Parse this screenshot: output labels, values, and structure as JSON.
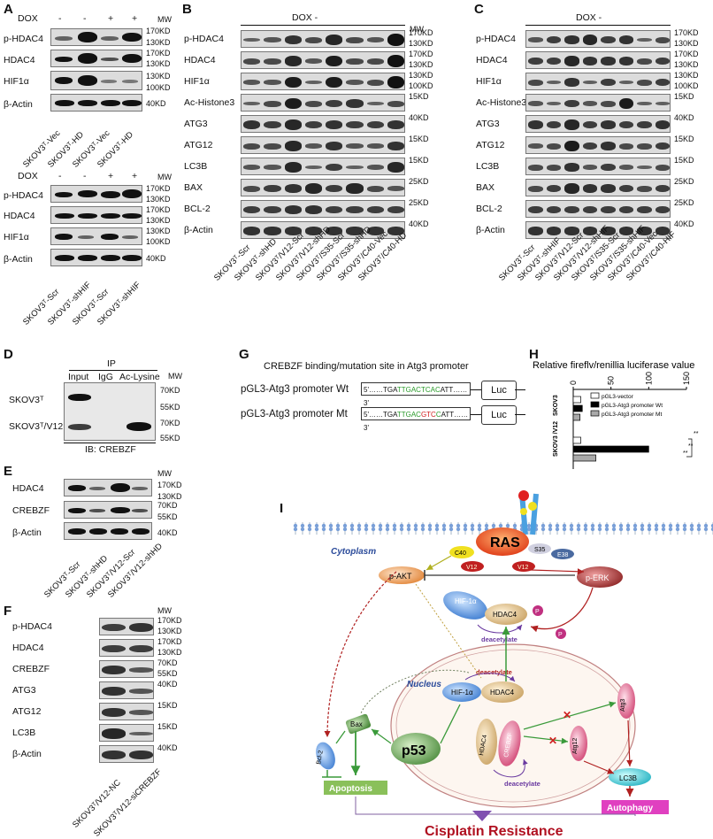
{
  "panels": {
    "A": "A",
    "B": "B",
    "C": "C",
    "D": "D",
    "E": "E",
    "F": "F",
    "G": "G",
    "H": "H",
    "I": "I"
  },
  "dox": {
    "label": "DOX",
    "minus": "-",
    "plus": "+"
  },
  "dox_minus_header": "DOX -",
  "mw": "MW",
  "markers": {
    "k170": "170KD",
    "k130": "130KD",
    "k100": "100KD",
    "k40": "40KD",
    "k15": "15KD",
    "k25": "25KD",
    "k70": "70KD",
    "k55": "55KD"
  },
  "proteins": {
    "phdac4": "p-HDAC4",
    "hdac4": "HDAC4",
    "hif1a": "HIF1α",
    "bactin": "β-Actin",
    "achistone3": "Ac-Histone3",
    "atg3": "ATG3",
    "atg12": "ATG12",
    "lc3b": "LC3B",
    "bax": "BAX",
    "bcl2": "BCL-2",
    "crebzf": "CREBZF"
  },
  "lanes": {
    "A1": [
      "SKOV3ᵀ-Vec",
      "SKOV3ᵀ-HD",
      "SKOV3ᵀ-Vec",
      "SKOV3ᵀ-HD"
    ],
    "A2": [
      "SKOV3ᵀ-Scr",
      "SKOV3ᵀ-shHIF",
      "SKOV3ᵀ-Scr",
      "SKOV3ᵀ-shHIF"
    ],
    "B": [
      "SKOV3ᵀ-Scr",
      "SKOV3ᵀ-shHD",
      "SKOV3ᵀ/V12-Scr",
      "SKOV3ᵀ/V12-shHD",
      "SKOV3ᵀ/S35-Scr",
      "SKOV3ᵀ/S35-shHD",
      "SKOV3ᵀ/C40-Vec",
      "SKOV3ᵀ/C40-HD"
    ],
    "C": [
      "SKOV3ᵀ-Scr",
      "SKOV3ᵀ-shHIF",
      "SKOV3ᵀ/V12-Scr",
      "SKOV3ᵀ/V12-shHIF",
      "SKOV3ᵀ/S35-Scr",
      "SKOV3ᵀ/S35-shHIF",
      "SKOV3ᵀ/C40-Vec",
      "SKOV3ᵀ/C40-HIF"
    ],
    "E": [
      "SKOV3ᵀ-Scr",
      "SKOV3ᵀ-shHD",
      "SKOV3ᵀ/V12-Scr",
      "SKOV3ᵀ/V12-shHD"
    ],
    "F": [
      "SKOV3ᵀ/V12-NC",
      "SKOV3ᵀ/V12-siCREBZF"
    ]
  },
  "panelD": {
    "ip": "IP",
    "cols": [
      "Input",
      "IgG",
      "Ac-Lysine"
    ],
    "rows": [
      "SKOV3ᵀ",
      "SKOV3ᵀ/V12"
    ],
    "ib": "IB: CREBZF"
  },
  "panelG": {
    "title": "CREBZF binding/mutation site in Atg3 promoter",
    "wt_label": "pGL3-Atg3 promoter Wt",
    "mt_label": "pGL3-Atg3 promoter Mt",
    "wt_pre": "5'……TGA",
    "wt_site": "TTGACTCAC",
    "wt_post": "ATT……3'",
    "mt_pre": "5'……TGA",
    "mt_site1": "TTGAC",
    "mt_site2": "GTC",
    "mt_site3": "C",
    "mt_post": "ATT……3'",
    "luc": "Luc"
  },
  "chart_data": {
    "type": "bar",
    "orientation": "horizontal",
    "title": "Relative fireflv/renillia luciferase value",
    "categories": [
      "SKOV3",
      "SKOV3 /V12"
    ],
    "xlim": [
      0,
      150
    ],
    "ticks": [
      "0",
      "50",
      "100",
      "150"
    ],
    "series": [
      {
        "name": "pGL3-vector",
        "values": [
          10,
          10
        ],
        "color": "#ffffff"
      },
      {
        "name": "pGL3-Atg3 promoter Wt",
        "values": [
          12,
          100
        ],
        "color": "#000000"
      },
      {
        "name": "pGL3-Atg3 promoter Mt",
        "values": [
          9,
          30
        ],
        "color": "#aaaaaa"
      }
    ],
    "sig": [
      "**",
      "**",
      "**"
    ]
  },
  "panelI": {
    "ras": "RAS",
    "cytoplasm": "Cytoplasm",
    "nucleus": "Nucleus",
    "c40": "C40",
    "v12a": "V12",
    "v12b": "V12",
    "s35": "S35",
    "e38": "E38",
    "pakt": "p-AKT",
    "perk": "p-ERK",
    "hif1a_cyto": "HIF-1α",
    "hdac4_cyto": "HDAC4",
    "p1": "P",
    "p2": "P",
    "deacetylate1": "deacetylate",
    "deacetylate2": "deacetylate",
    "deacetylate3": "deacetylate",
    "hif1a_nuc": "HIF-1α",
    "hdac4_nuc": "HDAC4",
    "hdac4_nuc2": "HDAC4",
    "crebzf": "CREBZF",
    "bax": "Bax",
    "bcl2": "Bcl-2",
    "p53": "p53",
    "atg12": "Atg12",
    "atg3": "Atg3",
    "lc3b": "LC3B",
    "apoptosis": "Apoptosis",
    "autophagy": "Autophagy",
    "cisplatin": "Cisplatin Resistance"
  }
}
